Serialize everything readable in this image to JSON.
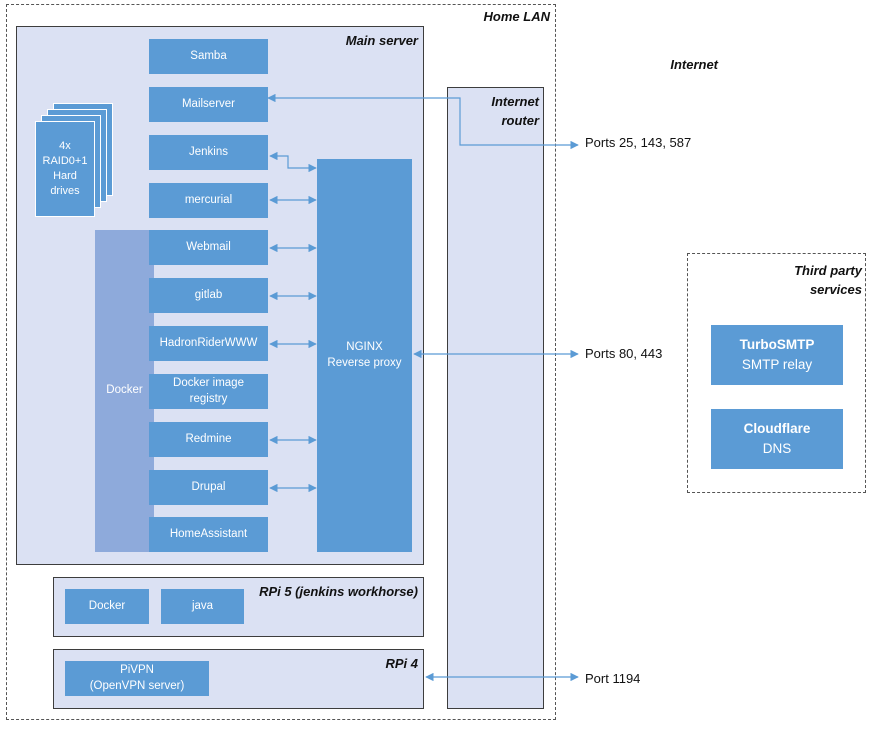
{
  "colors": {
    "service": "#5b9bd5",
    "panel": "#dbe1f3",
    "docker_band": "#8eaadb",
    "connector": "#5b9bd5"
  },
  "zones": {
    "home_lan": "Home LAN",
    "internet": "Internet",
    "third_party": "Third party\nservices"
  },
  "main_server": {
    "title": "Main server",
    "drives": "4x\nRAID0+1\nHard\ndrives",
    "docker_label": "Docker",
    "services": [
      "Samba",
      "Mailserver",
      "Jenkins",
      "mercurial",
      "Webmail",
      "gitlab",
      "HadronRiderWWW",
      "Docker image\nregistry",
      "Redmine",
      "Drupal",
      "HomeAssistant"
    ],
    "proxy": "NGINX\nReverse proxy"
  },
  "router": {
    "title": "Internet\nrouter"
  },
  "rpi5": {
    "title": "RPi 5 (jenkins workhorse)",
    "items": [
      "Docker",
      "java"
    ]
  },
  "rpi4": {
    "title": "RPi 4",
    "item": "PiVPN\n(OpenVPN server)"
  },
  "ports": {
    "mail": "Ports 25, 143, 587",
    "web": "Ports 80, 443",
    "vpn": "Port 1194"
  },
  "third_party": [
    {
      "name": "TurboSMTP",
      "desc": "SMTP relay"
    },
    {
      "name": "Cloudflare",
      "desc": "DNS"
    }
  ]
}
